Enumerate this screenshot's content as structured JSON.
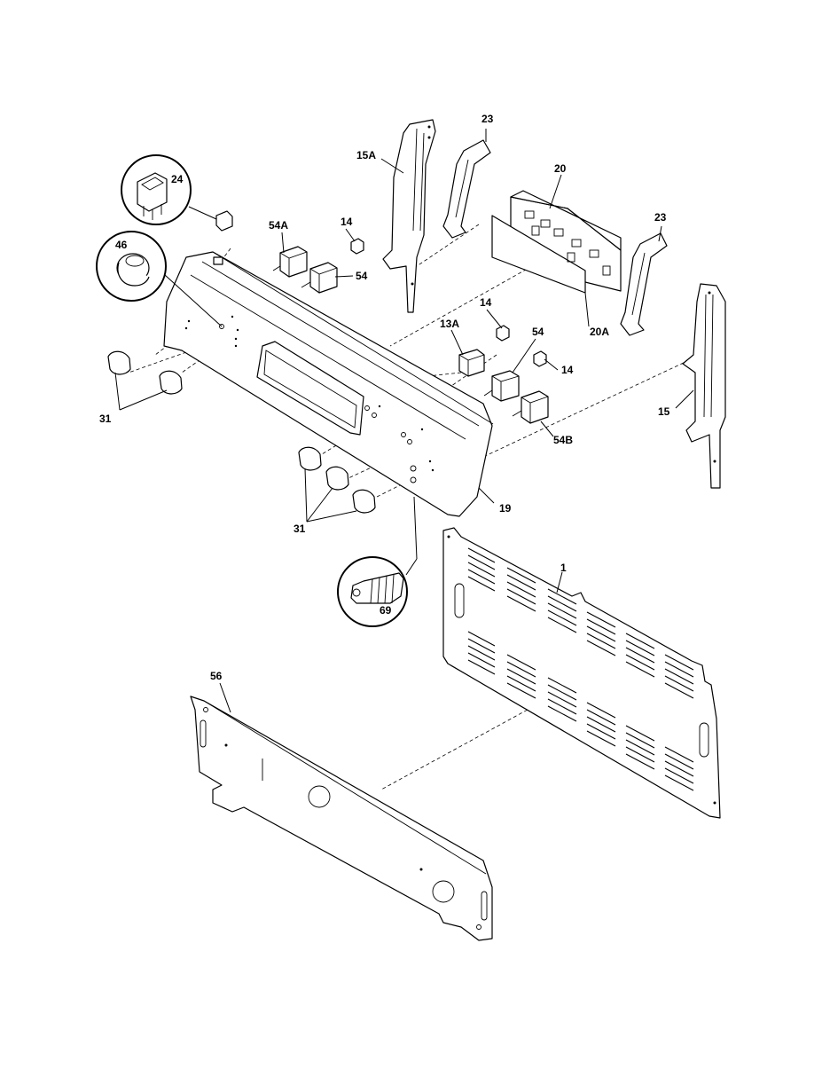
{
  "diagram": {
    "callouts": {
      "c1": "1",
      "c13A": "13A",
      "c14a": "14",
      "c14b": "14",
      "c14c": "14",
      "c15": "15",
      "c15A": "15A",
      "c19": "19",
      "c20": "20",
      "c20A": "20A",
      "c23a": "23",
      "c23b": "23",
      "c24": "24",
      "c31a": "31",
      "c31b": "31",
      "c46": "46",
      "c54a": "54",
      "c54b": "54",
      "c54A": "54A",
      "c54B": "54B",
      "c56": "56",
      "c69": "69"
    }
  }
}
